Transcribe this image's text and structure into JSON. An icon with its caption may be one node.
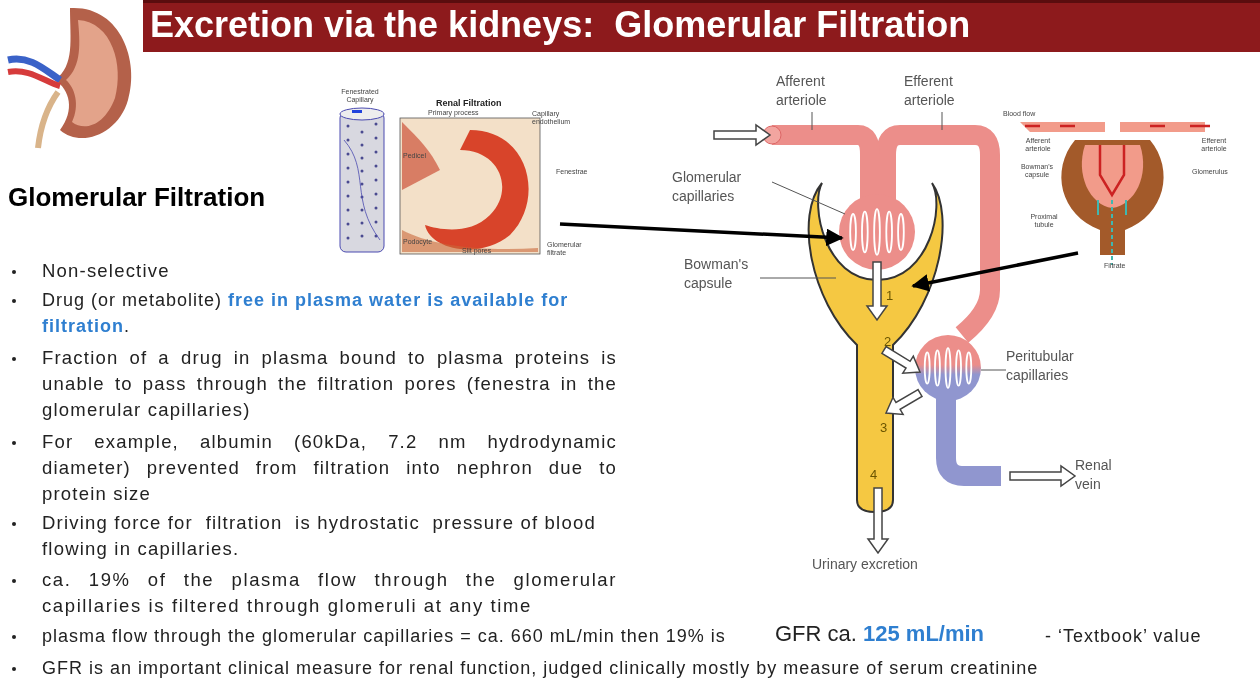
{
  "diagram": {
    "title": "Excretion via the kidneys:  Glomerular Filtration",
    "nodes": [
      {
        "text": [],
        "shape": "picture"
      },
      {
        "text": [],
        "shape": "circle"
      },
      {
        "text": [],
        "shape": "picture"
      },
      {
        "text": [],
        "shape": "picture"
      },
      {
        "text": [],
        "shape": "tube"
      },
      {
        "text": [],
        "shape": "circle"
      },
      {
        "text": [
          "Afferent arteriole"
        ]
      },
      {
        "text": [
          "Efferent arteriole"
        ]
      },
      {
        "text": [
          "Glomerular capillaries"
        ]
      },
      {
        "text": [
          "Bowman's capsule"
        ]
      },
      {
        "text": [
          "Peritubular capillaries"
        ]
      },
      {
        "text": [
          "Urinary excretion"
        ]
      },
      {
        "text": [
          "Renal vein"
        ]
      }
    ],
    "edges": [
      {
        "from": 0,
        "to": 1,
        "arrow": "to",
        "style": "thick"
      },
      {
        "from": 3,
        "to": 2,
        "arrow": "to",
        "style": "thick"
      },
      {
        "from": 6,
        "to": 4,
        "arrow": "none"
      },
      {
        "from": 7,
        "to": null,
        "arrow": "none"
      },
      {
        "from": 8,
        "to": 1,
        "arrow": "none"
      },
      {
        "from": 9,
        "to": 2,
        "arrow": "none"
      },
      {
        "from": 10,
        "to": 5,
        "arrow": "none"
      },
      {
        "from": 2,
        "to": 11,
        "arrow": "to"
      },
      {
        "from": null,
        "to": 12,
        "arrow": "to"
      },
      {
        "from": null,
        "to": 4,
        "arrow": "to"
      },
      {
        "from": 1,
        "to": 2,
        "arrow": "to"
      },
      {
        "from": 2,
        "to": 5,
        "arrow": "to"
      },
      {
        "from": 5,
        "to": 2,
        "arrow": "to"
      }
    ],
    "labels": [
      "Glomerular Filtration",
      "Fenestrated Capillary",
      "Renal Filtration",
      "Primary process",
      "Capillary endothelium",
      "Pedicel",
      "Fenestrae",
      "Podocyte",
      "Slit pores",
      "Glomerular filtrate",
      "Blood flow",
      "Afferent arteriole",
      "Efferent arteriole",
      "Bowman's capsule",
      "Glomerulus",
      "Proximal tubule",
      "Filtrate",
      "1",
      "2",
      "3",
      "4",
      "Non-selective",
      "Drug (or metabolite) **free in plasma water is available for filtration**.",
      "Fraction of a drug in plasma bound to plasma proteins is unable to pass through the filtration pores (fenestra in the glomerular capillaries)",
      "For example, albumin (60kDa, 7.2 nm hydrodynamic diameter) prevented from filtration into nephron due to protein size",
      "Driving force for  filtration  is hydrostatic  pressure of blood flowing in capillaries.",
      "ca. 19% of the plasma flow through the glomerular capillaries is filtered through glomeruli at any time",
      "plasma flow through the glomerular capillaries = ca. 660 mL/min then 19% is",
      "GFR ca. **125 mL/min**",
      "- ‘Textbook’ value",
      "GFR is an important clinical measure for renal function, judged clinically mostly by measure of serum creatinine"
    ]
  }
}
